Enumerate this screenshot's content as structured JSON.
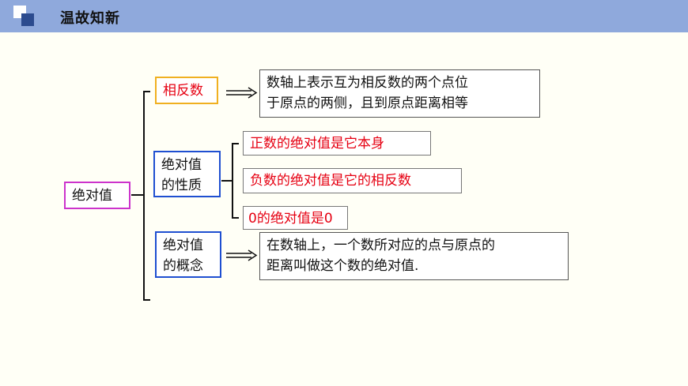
{
  "header": {
    "title": "温故知新"
  },
  "root": {
    "label": "绝对值"
  },
  "branches": {
    "opposite": {
      "label": "相反数",
      "description_line1": "数轴上表示互为相反数的两个点位",
      "description_line2": "于原点的两侧，且到原点距离相等"
    },
    "property": {
      "label_line1": "绝对值",
      "label_line2": "的性质"
    },
    "concept": {
      "label_line1": "绝对值",
      "label_line2": "的概念",
      "description_line1": "在数轴上，一个数所对应的点与原点的",
      "description_line2": "距离叫做这个数的绝对值."
    }
  },
  "properties": [
    "正数的绝对值是它本身",
    "负数的绝对值是它的相反数",
    "0的绝对值是0"
  ],
  "colors": {
    "header_bg": "#8fa9dc",
    "root_border": "#cc33cc",
    "opposite_border": "#f0b020",
    "blue_border": "#1f4fd1",
    "red_text": "#e60012"
  }
}
